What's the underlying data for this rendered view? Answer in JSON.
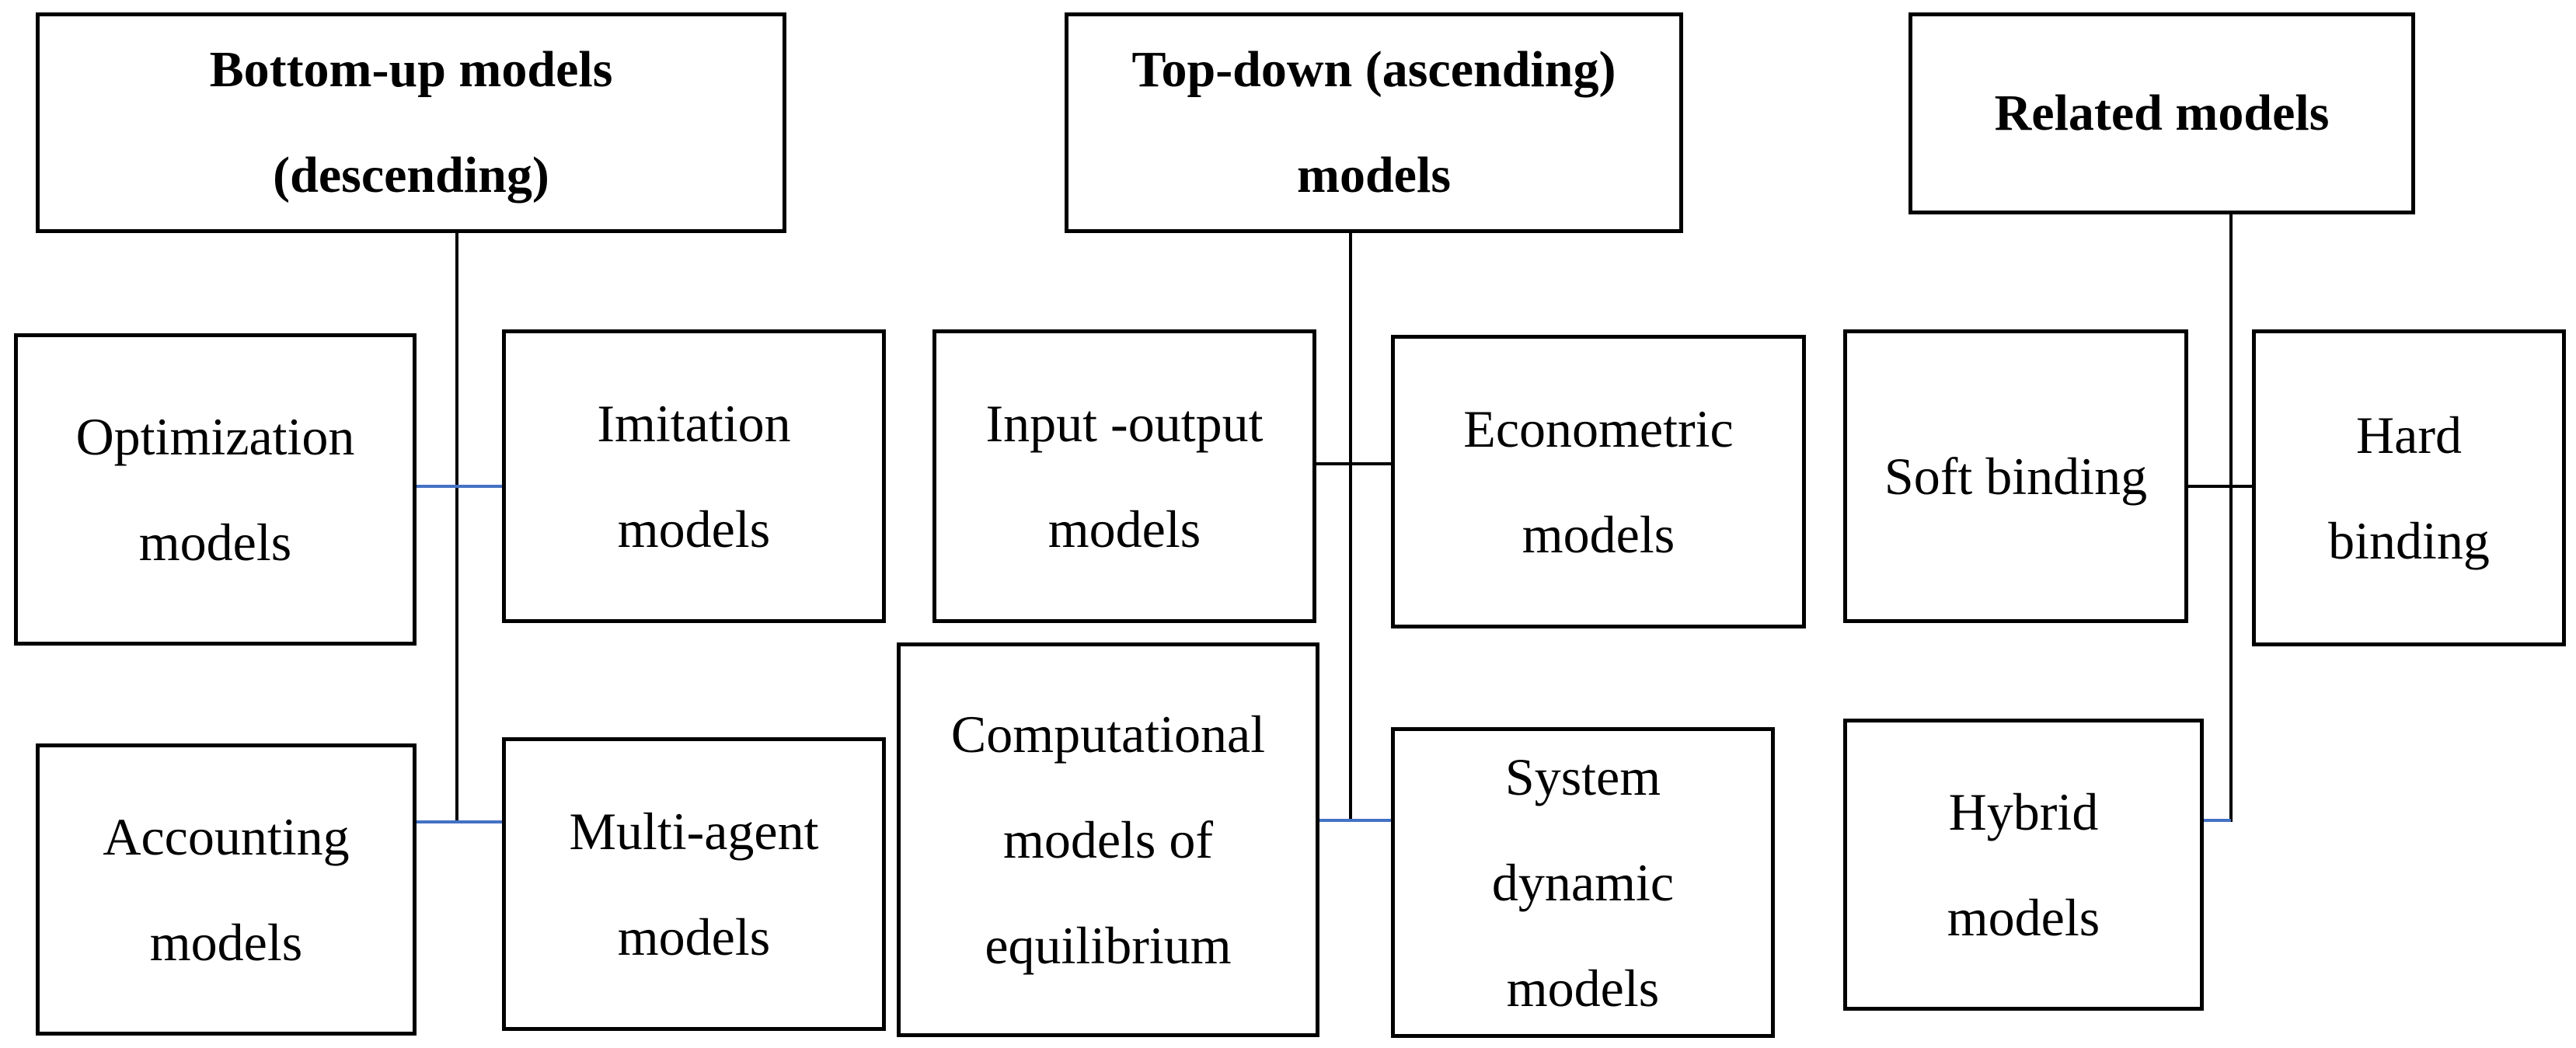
{
  "headers": {
    "bottom_up": "Bottom-up models (descending)",
    "top_down": "Top-down (ascending) models",
    "related": "Related models"
  },
  "boxes": {
    "optimization": "Optimization models",
    "imitation": "Imitation models",
    "accounting": "Accounting models",
    "multi_agent": "Multi-agent models",
    "input_output": "Input -output models",
    "econometric": "Econometric models",
    "computational": "Computational models of equilibrium",
    "system_dynamic": "System dynamic models",
    "soft_binding": "Soft binding",
    "hard_binding": "Hard binding",
    "hybrid": "Hybrid models"
  },
  "colors": {
    "border": "#000000",
    "connector_blue": "#4472c4"
  }
}
